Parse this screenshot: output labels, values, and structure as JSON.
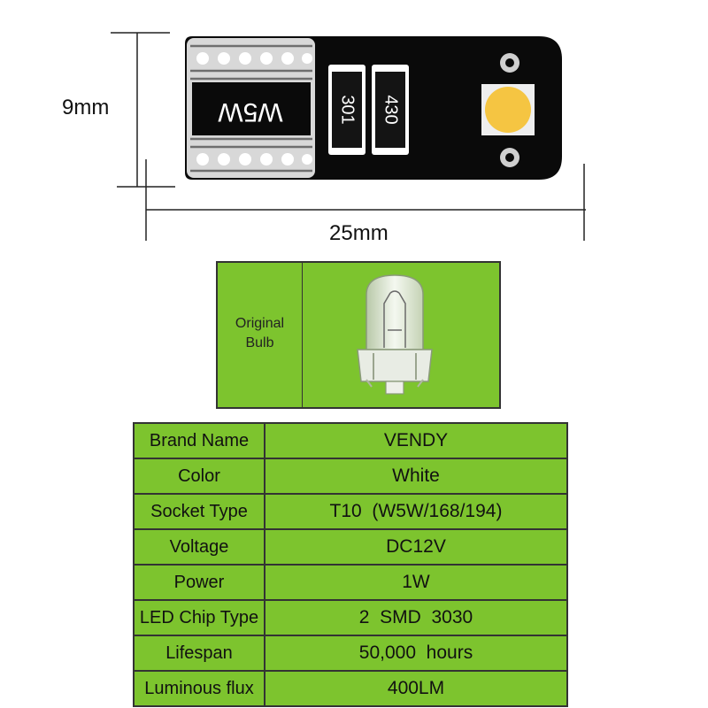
{
  "dimensions": {
    "height_label": "9mm",
    "width_label": "25mm"
  },
  "board": {
    "model_marking": "W5W",
    "resistors": [
      "301",
      "430"
    ]
  },
  "original_bulb": {
    "label_line1": "Original",
    "label_line2": "Bulb"
  },
  "specs": {
    "rows": [
      {
        "label": "Brand Name",
        "value": "VENDY"
      },
      {
        "label": "Color",
        "value": "White"
      },
      {
        "label": "Socket Type",
        "value": "T10  (W5W/168/194)"
      },
      {
        "label": "Voltage",
        "value": "DC12V"
      },
      {
        "label": "Power",
        "value": "1W"
      },
      {
        "label": "LED Chip Type",
        "value": "2  SMD  3030"
      },
      {
        "label": "Lifespan",
        "value": "50,000  hours"
      },
      {
        "label": "Luminous flux",
        "value": "400LM"
      }
    ]
  },
  "colors": {
    "table_green": "#7dc42e",
    "pcb_black": "#0a0a0a",
    "led_yellow": "#f5c542"
  }
}
